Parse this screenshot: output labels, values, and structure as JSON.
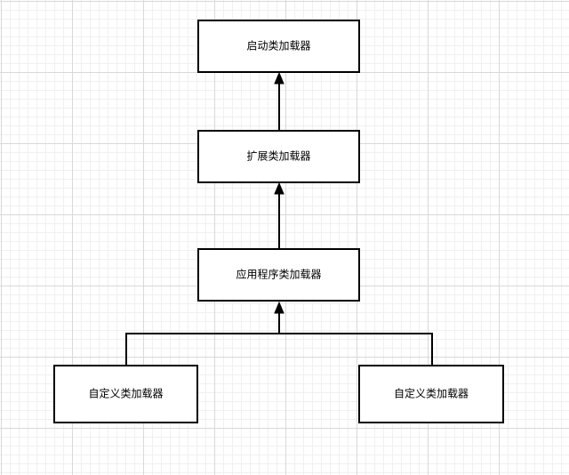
{
  "diagram": {
    "nodes": [
      {
        "id": "bootstrap",
        "label": "启动类加载器"
      },
      {
        "id": "extension",
        "label": "扩展类加载器"
      },
      {
        "id": "application",
        "label": "应用程序类加载器"
      },
      {
        "id": "custom_left",
        "label": "自定义类加载器"
      },
      {
        "id": "custom_right",
        "label": "自定义类加载器"
      }
    ],
    "edges": [
      {
        "from": "extension",
        "to": "bootstrap"
      },
      {
        "from": "application",
        "to": "extension"
      },
      {
        "from": "custom_left",
        "to": "application"
      },
      {
        "from": "custom_right",
        "to": "application"
      }
    ],
    "colors": {
      "stroke": "#000000",
      "fill": "#ffffff",
      "text": "#000000"
    }
  }
}
